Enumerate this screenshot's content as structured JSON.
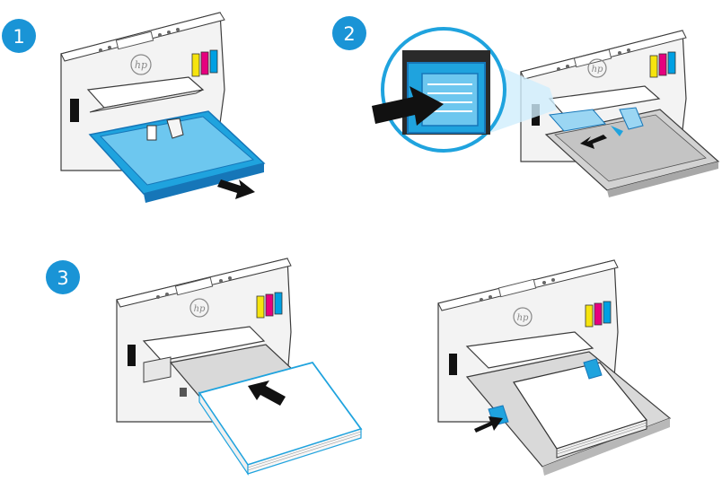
{
  "steps": [
    {
      "number": "1"
    },
    {
      "number": "2"
    },
    {
      "number": "3"
    }
  ],
  "printer": {
    "brand_logo": "hp",
    "ink_colors": [
      "#f6e40e",
      "#e6007e",
      "#00a0e3"
    ]
  },
  "colors": {
    "accent": "#1fa3de",
    "accent_dark": "#1676b8",
    "badge": "#1a94d6",
    "outline": "#3c3c3c",
    "arrow": "#111111"
  }
}
